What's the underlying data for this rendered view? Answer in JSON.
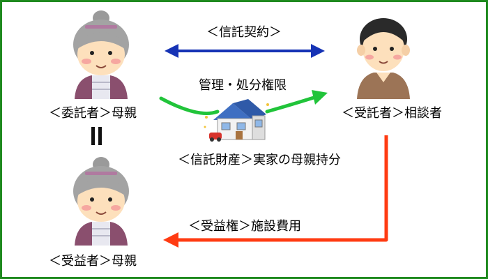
{
  "diagram": {
    "trust_contract_label": "＜信託契約＞",
    "authority_label": "管理・処分権限",
    "settlor_label": "＜委託者＞母親",
    "trustee_label": "＜受託者＞相談者",
    "trust_property_label": "＜信託財産＞実家の母親持分",
    "beneficiary_label": "＜受益者＞母親",
    "benefit_label": "＜受益権＞施設費用"
  },
  "colors": {
    "frame": "#1f8a1f",
    "contract_arrow": "#1633b5",
    "authority_arrow": "#21c43a",
    "benefit_arrow": "#ff3b12",
    "equals_sign": "#111111"
  },
  "icons": {
    "settlor": "elderly-woman-icon",
    "trustee": "man-icon",
    "beneficiary": "elderly-woman-icon",
    "property": "house-icon"
  }
}
